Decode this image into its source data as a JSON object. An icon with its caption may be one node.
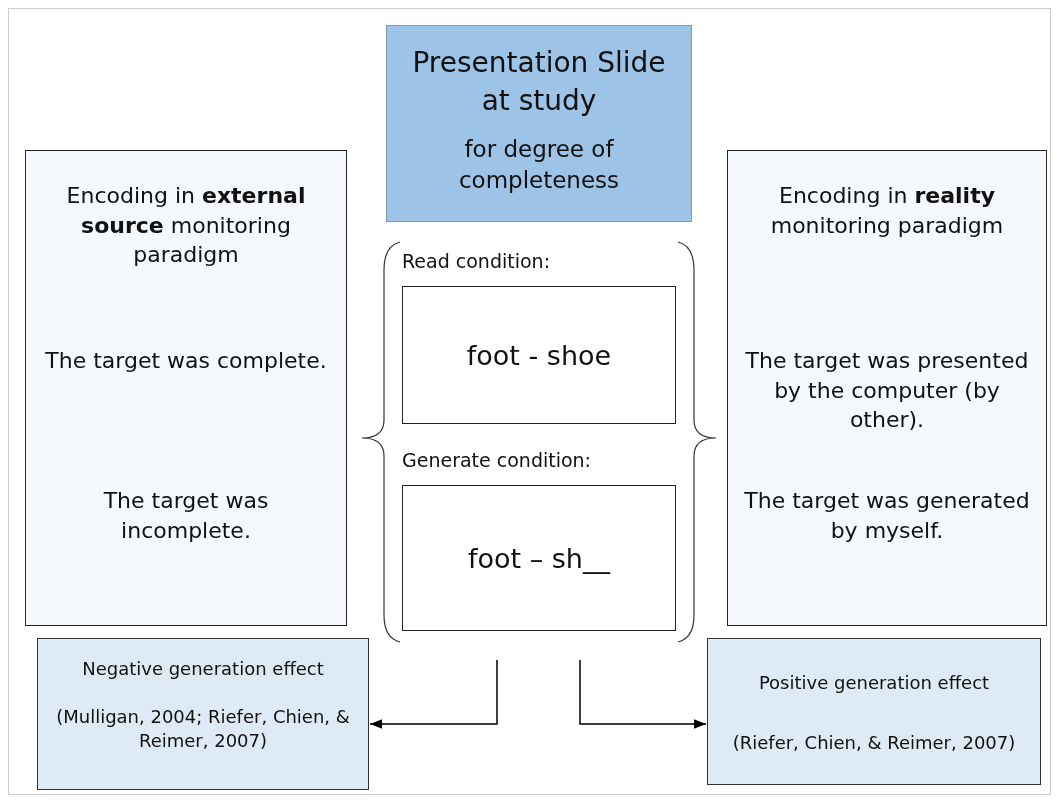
{
  "diagram": {
    "nodes": [
      {
        "text": [
          "Presentation Slide at study",
          "for degree of completeness"
        ]
      },
      {
        "text": [
          "Encoding in **external source** monitoring paradigm",
          "The target was complete.",
          "The target was incomplete."
        ]
      },
      {
        "text": [
          "Read condition:",
          "foot - shoe"
        ]
      },
      {
        "text": [
          "Generate condition:",
          "foot – sh__"
        ]
      },
      {
        "text": [
          "Encoding in **reality** monitoring paradigm",
          "The target was presented by the computer (by other).",
          "The target was generated by myself."
        ]
      },
      {
        "text": [
          "Negative generation effect",
          "(Mulligan, 2004; Riefer, Chien, & Reimer, 2007)"
        ]
      },
      {
        "text": [
          "Positive generation effect",
          "(Riefer, Chien, & Reimer, 2007)"
        ]
      }
    ],
    "edges": [
      {
        "from": null,
        "to": 5,
        "arrow": "to"
      },
      {
        "from": null,
        "to": 6,
        "arrow": "to"
      }
    ]
  }
}
